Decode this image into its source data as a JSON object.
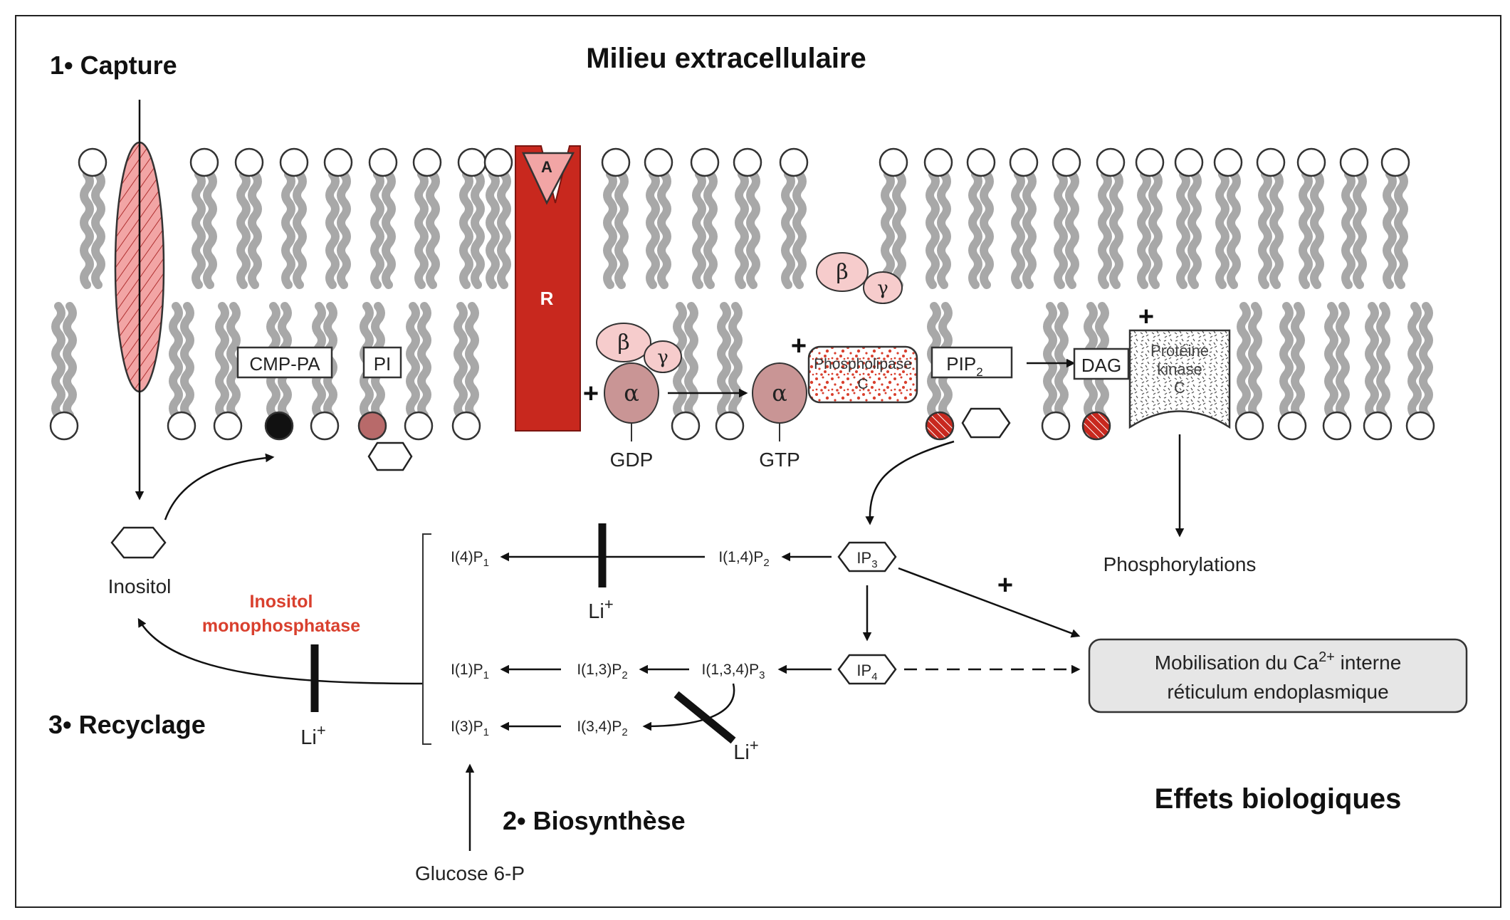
{
  "titles": {
    "extracellular": "Milieu extracellulaire",
    "capture": "1• Capture",
    "biosynthese": "2• Biosynthèse",
    "recyclage": "3• Recyclage",
    "effets": "Effets biologiques"
  },
  "membrane": {
    "receptor": "R",
    "agonist": "A",
    "cmp_pa": "CMP-PA",
    "pi": "PI",
    "g_beta": "β",
    "g_gamma": "γ",
    "g_alpha": "α",
    "gdp": "GDP",
    "gtp": "GTP",
    "phospholipase": [
      "Phospholipase",
      "C"
    ],
    "pip2_base": "PIP",
    "pip2_sub": "2",
    "dag": "DAG",
    "pkc": [
      "Protéine",
      "kinase",
      "C"
    ],
    "plus": "+"
  },
  "pathway": {
    "inositol": "Inositol",
    "enzyme": [
      "Inositol",
      "monophosphatase"
    ],
    "lithium": "Li",
    "lithium_charge": "+",
    "glucose": "Glucose 6-P",
    "phosphorylations": "Phosphorylations",
    "calcium_line1_a": "Mobilisation du Ca",
    "calcium_line1_sup": "2+",
    "calcium_line1_b": " interne",
    "calcium_line2": "réticulum endoplasmique",
    "ip3_base": "IP",
    "ip3_sub": "3",
    "ip4_base": "IP",
    "ip4_sub": "4",
    "i14p2": [
      "I(1,4)P",
      "2"
    ],
    "i4p1": [
      "I(4)P",
      "1"
    ],
    "i134p3": [
      "I(1,3,4)P",
      "3"
    ],
    "i13p2": [
      "I(1,3)P",
      "2"
    ],
    "i1p1": [
      "I(1)P",
      "1"
    ],
    "i34p2": [
      "I(3,4)P",
      "2"
    ],
    "i3p1": [
      "I(3)P",
      "1"
    ]
  },
  "colors": {
    "receptor": "#c8281e",
    "enzyme_label": "#d9402e",
    "channel": "#f2a5a5",
    "gprotein_light": "#f6cccc",
    "gprotein_alpha": "#c99595",
    "calcium_box": "#e6e6e6",
    "tail": "#a8a8a8"
  }
}
